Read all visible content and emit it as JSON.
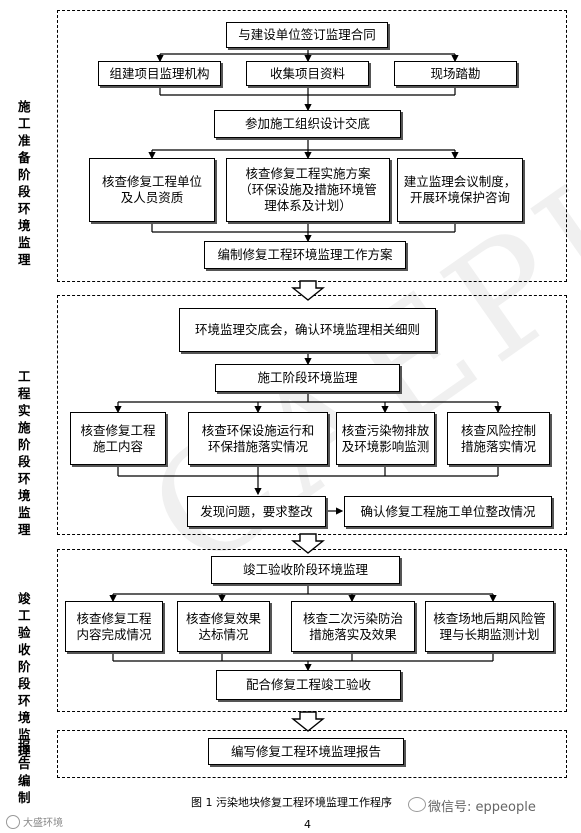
{
  "phases": [
    {
      "id": "prep",
      "label": "施工准备阶段环境监理"
    },
    {
      "id": "impl",
      "label": "工程实施阶段环境监理"
    },
    {
      "id": "accept",
      "label": "竣工验收阶段环境监理"
    },
    {
      "id": "report",
      "label": "报告编制"
    }
  ],
  "boxes": {
    "p1_contract": "与建设单位签订监理合同",
    "p1_org": "组建项目监理机构",
    "p1_collect": "收集项目资料",
    "p1_survey": "现场踏勘",
    "p1_design": "参加施工组织设计交底",
    "p1_check_unit": "核查修复工程单位\n及人员资质",
    "p1_check_plan": "核查修复工程实施方案\n（环保设施及措施环境管\n理体系及计划）",
    "p1_meeting": "建立监理会议制度，\n开展环境保护咨询",
    "p1_compile": "编制修复工程环境监理工作方案",
    "p2_briefing": "环境监理交底会，确认环境监理相关细则",
    "p2_stage": "施工阶段环境监理",
    "p2_check_content": "核查修复工程\n施工内容",
    "p2_check_facility": "核查环保设施运行和\n环保措施落实情况",
    "p2_check_pollutant": "核查污染物排放\n及环境影响监测",
    "p2_check_risk": "核查风险控制\n措施落实情况",
    "p2_problem": "发现问题，要求整改",
    "p2_confirm": "确认修复工程施工单位整改情况",
    "p3_stage": "竣工验收阶段环境监理",
    "p3_check_content": "核查修复工程\n内容完成情况",
    "p3_check_effect": "核查修复效果\n达标情况",
    "p3_check_secondary": "核查二次污染防治\n措施落实及效果",
    "p3_check_late": "核查场地后期风险管\n理与长期监测计划",
    "p3_cooperate": "配合修复工程竣工验收",
    "p4_compile": "编写修复工程环境监理报告"
  },
  "caption": "图 1  污染地块修复工程环境监理工作程序",
  "page_number": "4",
  "wechat": "微信号: eppeople",
  "logo_text": "大盛环境",
  "colors": {
    "line": "#000000",
    "shadow": "#555555",
    "bg": "#ffffff"
  }
}
